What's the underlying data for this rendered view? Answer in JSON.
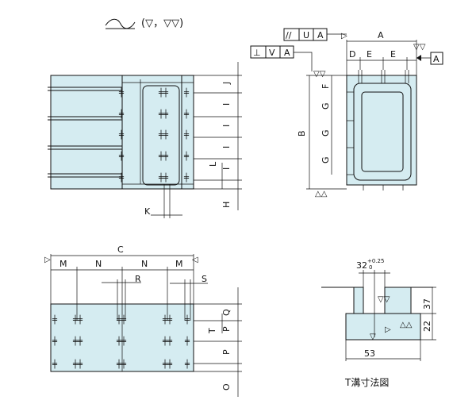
{
  "drawing": {
    "finish_symbol": "(▽，▽▽)",
    "gdt_frame_1": [
      "//",
      "U",
      "A"
    ],
    "gdt_frame_2": [
      "⊥",
      "V",
      "A"
    ],
    "datum_label": "A",
    "dims": {
      "A": "A",
      "B": "B",
      "C": "C",
      "D": "D",
      "E": "E",
      "F": "F",
      "G": "G",
      "H": "H",
      "I": "I",
      "J": "J",
      "K": "K",
      "L": "L",
      "M": "M",
      "N": "N",
      "O": "O",
      "P": "P",
      "Q": "Q",
      "R": "R",
      "S": "S",
      "T": "T"
    },
    "tslot": {
      "width_value": "32",
      "tol_upper": "+0.25",
      "tol_lower": "0",
      "dim_37": "37",
      "dim_22": "22",
      "dim_53": "53",
      "caption": "T溝寸法図"
    },
    "colors": {
      "fill": "#d5ecf1",
      "line": "#111111"
    }
  }
}
